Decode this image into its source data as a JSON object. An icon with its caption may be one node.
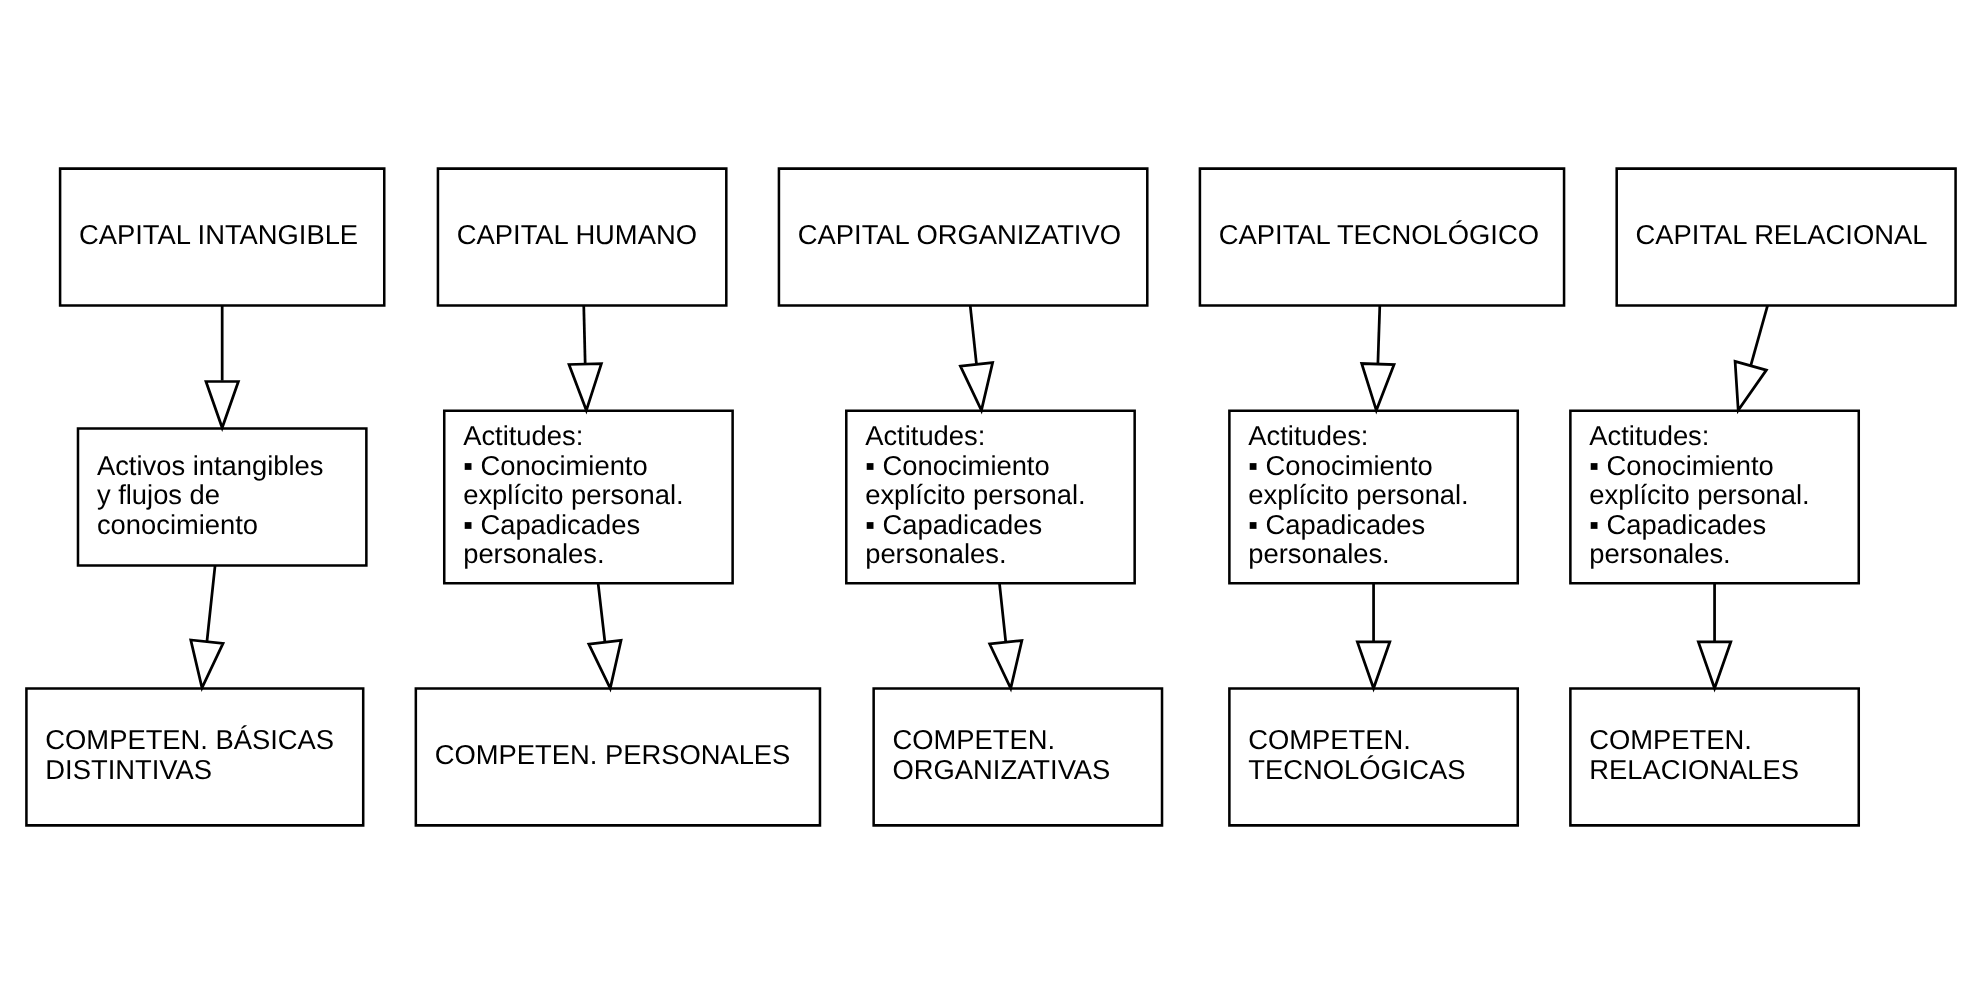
{
  "diagram": {
    "nodes": [
      {
        "text": [
          "CAPITAL INTANGIBLE"
        ]
      },
      {
        "text": [
          "CAPITAL HUMANO"
        ]
      },
      {
        "text": [
          "CAPITAL ORGANIZATIVO"
        ]
      },
      {
        "text": [
          "CAPITAL TECNOLÓGICO"
        ]
      },
      {
        "text": [
          "CAPITAL RELACIONAL"
        ]
      },
      {
        "text": [
          "Activos intangibles y flujos de conocimiento"
        ]
      },
      {
        "text": [
          "Actitudes:",
          "▪ Conocimiento explícito personal.",
          "▪ Capadicades personales."
        ]
      },
      {
        "text": [
          "Actitudes:",
          "▪ Conocimiento explícito personal.",
          "▪ Capadicades personales."
        ]
      },
      {
        "text": [
          "Actitudes:",
          "▪ Conocimiento explícito personal.",
          "▪ Capadicades personales."
        ]
      },
      {
        "text": [
          "Actitudes:",
          "▪ Conocimiento explícito personal.",
          "▪ Capadicades personales."
        ]
      },
      {
        "text": [
          "COMPETEN. BÁSICAS DISTINTIVAS"
        ]
      },
      {
        "text": [
          "COMPETEN. PERSONALES"
        ]
      },
      {
        "text": [
          "COMPETEN. ORGANIZATIVAS"
        ]
      },
      {
        "text": [
          "COMPETEN. TECNOLÓGICAS"
        ]
      },
      {
        "text": [
          "COMPETEN. RELACIONALES"
        ]
      }
    ],
    "edges": [
      {
        "from": 0,
        "to": 5,
        "arrow": "to"
      },
      {
        "from": 5,
        "to": 10,
        "arrow": "to"
      },
      {
        "from": 1,
        "to": 6,
        "arrow": "to"
      },
      {
        "from": 6,
        "to": 11,
        "arrow": "to"
      },
      {
        "from": 2,
        "to": 7,
        "arrow": "to"
      },
      {
        "from": 7,
        "to": 12,
        "arrow": "to"
      },
      {
        "from": 3,
        "to": 8,
        "arrow": "to"
      },
      {
        "from": 8,
        "to": 13,
        "arrow": "to"
      },
      {
        "from": 4,
        "to": 9,
        "arrow": "to"
      },
      {
        "from": 9,
        "to": 14,
        "arrow": "to"
      }
    ]
  }
}
